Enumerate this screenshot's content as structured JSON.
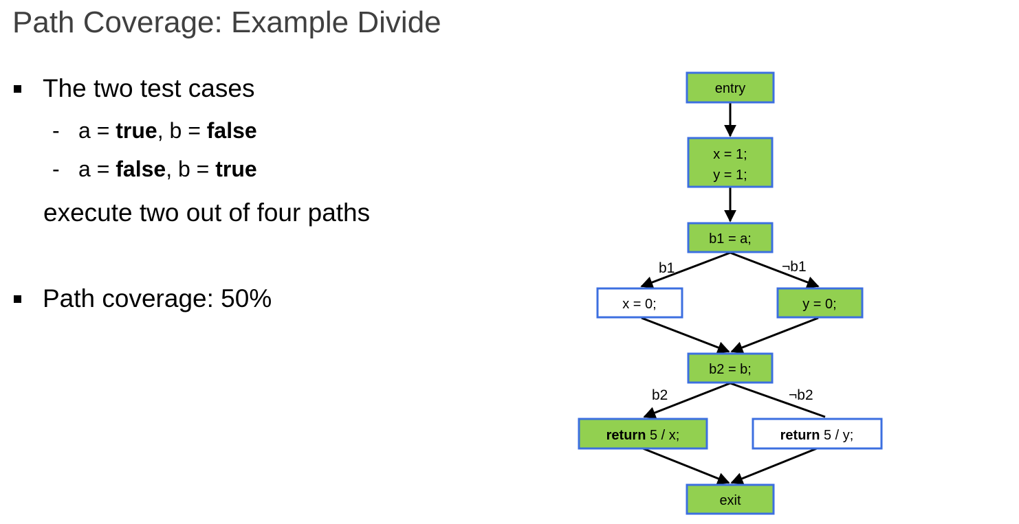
{
  "slide": {
    "title": "Path Coverage: Example Divide",
    "bullet1": "The two test cases",
    "case1": {
      "a_prefix": "a = ",
      "a_value": "true",
      "b_prefix": ", b = ",
      "b_value": "false"
    },
    "case2": {
      "a_prefix": "a = ",
      "a_value": "false",
      "b_prefix": ", b = ",
      "b_value": "true"
    },
    "dash": "-",
    "conclusion": "execute two out of four paths",
    "bullet2": "Path coverage: 50%"
  },
  "colors": {
    "covered_fill": "#92d050",
    "uncovered_fill": "#ffffff",
    "node_border": "#3c6fe0",
    "edge": "#000000",
    "title": "#404040"
  },
  "cfg": {
    "nodes": {
      "entry": {
        "line1": "entry",
        "covered": true
      },
      "init": {
        "line1": "x = 1;",
        "line2": "y = 1;",
        "covered": true
      },
      "b1": {
        "line1": "b1 = a;",
        "covered": true
      },
      "x0": {
        "line1": "x = 0;",
        "covered": false
      },
      "y0": {
        "line1": "y = 0;",
        "covered": true
      },
      "b2": {
        "line1": "b2 = b;",
        "covered": true
      },
      "retx": {
        "keyword": "return",
        "rest": " 5 / x;",
        "covered": true
      },
      "rety": {
        "keyword": "return",
        "rest": " 5 / y;",
        "covered": false
      },
      "exit": {
        "line1": "exit",
        "covered": true
      }
    },
    "edge_labels": {
      "b1_true": "b1",
      "b1_false": "¬b1",
      "b2_true": "b2",
      "b2_false": "¬b2"
    }
  }
}
